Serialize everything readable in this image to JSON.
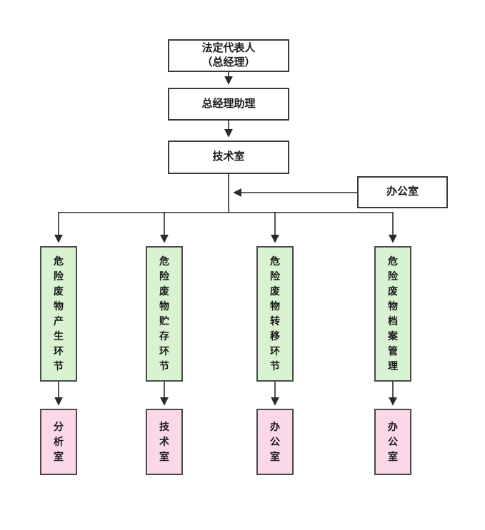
{
  "diagram": {
    "type": "org-flowchart",
    "colors": {
      "process_fill": "#d9f2d2",
      "dept_fill": "#fbd8e8",
      "box_border": "#3a3a3a",
      "line": "#2b2b2b",
      "background": "#ffffff"
    },
    "top_chain": {
      "legal_rep_line1": "法定代表人",
      "legal_rep_line2": "（总经理）",
      "gm_assistant": "总经理助理",
      "tech_office": "技术室",
      "office": "办公室"
    },
    "branches": [
      {
        "process": "危险废物产生环节",
        "dept": "分析室"
      },
      {
        "process": "危险废物贮存环节",
        "dept": "技术室"
      },
      {
        "process": "危险废物转移环节",
        "dept": "办公室"
      },
      {
        "process": "危险废物档案管理",
        "dept": "办公室"
      }
    ]
  }
}
